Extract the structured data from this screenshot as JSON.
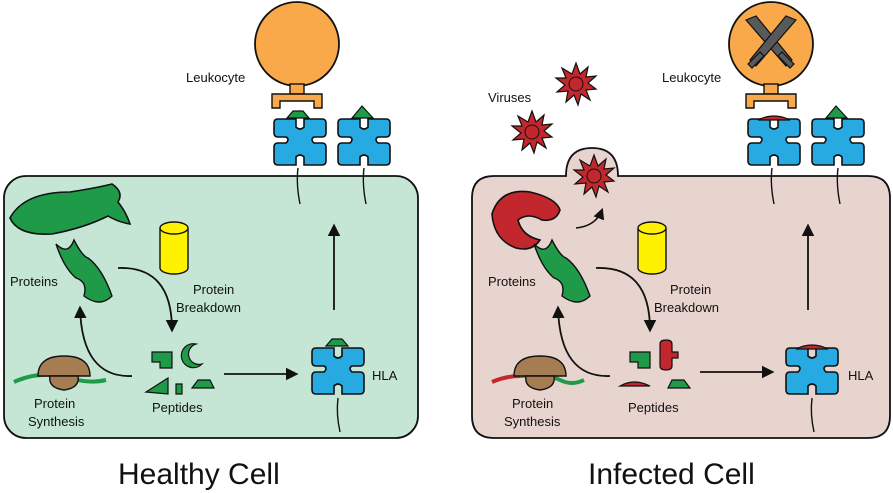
{
  "healthy": {
    "title": "Healthy Cell",
    "leukocyte": "Leukocyte",
    "proteins": "Proteins",
    "breakdown_1": "Protein",
    "breakdown_2": "Breakdown",
    "synthesis_1": "Protein",
    "synthesis_2": "Synthesis",
    "peptides": "Peptides",
    "hla": "HLA"
  },
  "infected": {
    "title": "Infected Cell",
    "leukocyte": "Leukocyte",
    "viruses": "Viruses",
    "proteins": "Proteins",
    "breakdown_1": "Protein",
    "breakdown_2": "Breakdown",
    "synthesis_1": "Protein",
    "synthesis_2": "Synthesis",
    "peptides": "Peptides",
    "hla": "HLA"
  },
  "colors": {
    "healthy_cell": "#c5e6d5",
    "infected_cell": "#e8d4cf",
    "protein_green": "#1f9a49",
    "viral_red": "#c1272d",
    "hla_blue": "#27a9e1",
    "leukocyte_orange": "#f9a94a",
    "proteasome_yellow": "#fff200",
    "ribosome_tan": "#a67c52",
    "sword_gray": "#58595b"
  },
  "icons": {
    "proteasome": "cylinder-icon",
    "ribosome": "mushroom-icon",
    "virus": "spiky-virus-icon",
    "attack": "crossed-swords-icon"
  }
}
